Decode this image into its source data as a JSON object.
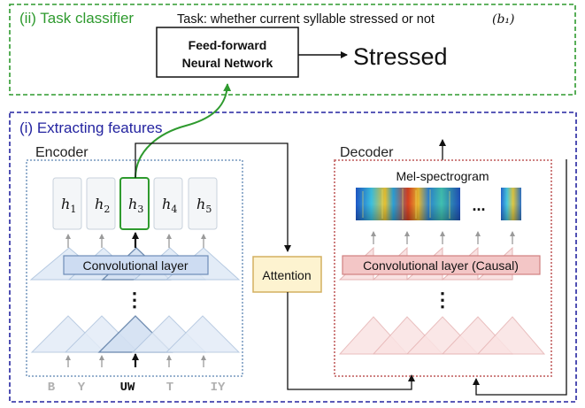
{
  "task_panel": {
    "title": "(ii) Task classifier",
    "task_text": "Task: whether current syllable stressed or not",
    "task_symbol": "(b₁)",
    "network_line1": "Feed-forward",
    "network_line2": "Neural Network",
    "output_label": "Stressed"
  },
  "features_panel": {
    "title": "(i) Extracting features"
  },
  "encoder": {
    "title": "Encoder",
    "states": [
      {
        "base": "h",
        "sub": "1"
      },
      {
        "base": "h",
        "sub": "2"
      },
      {
        "base": "h",
        "sub": "3"
      },
      {
        "base": "h",
        "sub": "4"
      },
      {
        "base": "h",
        "sub": "5"
      }
    ],
    "highlight_index": 2,
    "conv_label": "Convolutional layer",
    "dots": "⋮",
    "phonemes": [
      "B",
      "Y",
      "UW",
      "T",
      "IY"
    ]
  },
  "attention_label": "Attention",
  "decoder": {
    "title": "Decoder",
    "mel_label": "Mel-spectrogram",
    "mel_ellipsis": "...",
    "conv_label": "Convolutional layer (Causal)",
    "dots": "⋮"
  },
  "colors": {
    "task_border": "#2e9a2e",
    "task_title": "#2e9a2e",
    "features_border": "#2424a0",
    "features_title": "#2424a0",
    "encoder_border": "#8aa8c8",
    "decoder_border": "#c87070",
    "highlight": "#2e9a2e",
    "attention_fill": "#fdf3d0",
    "attention_stroke": "#d4b060"
  }
}
